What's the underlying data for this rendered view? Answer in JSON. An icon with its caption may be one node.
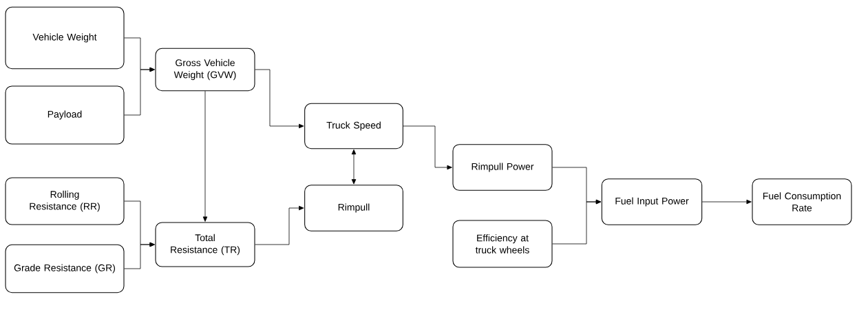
{
  "diagram": {
    "nodes": [
      {
        "text": [
          "Vehicle Weight"
        ]
      },
      {
        "text": [
          "Payload"
        ]
      },
      {
        "text": [
          "Rolling Resistance (RR)"
        ]
      },
      {
        "text": [
          "Grade Resistance (GR)"
        ]
      },
      {
        "text": [
          "Gross Vehicle Weight (GVW)"
        ]
      },
      {
        "text": [
          "Total Resistance (TR)"
        ]
      },
      {
        "text": [
          "Truck Speed"
        ]
      },
      {
        "text": [
          "Rimpull"
        ]
      },
      {
        "text": [
          "Rimpull Power"
        ]
      },
      {
        "text": [
          "Efficiency at truck wheels"
        ]
      },
      {
        "text": [
          "Fuel Input Power"
        ]
      },
      {
        "text": [
          "Fuel Consumption Rate"
        ]
      }
    ],
    "edges": [
      {
        "from": 0,
        "to": 4,
        "arrow": "to"
      },
      {
        "from": 1,
        "to": 4,
        "arrow": "to"
      },
      {
        "from": 4,
        "to": 5,
        "arrow": "to"
      },
      {
        "from": 2,
        "to": 5,
        "arrow": "to"
      },
      {
        "from": 3,
        "to": 5,
        "arrow": "to"
      },
      {
        "from": 4,
        "to": 6,
        "arrow": "to"
      },
      {
        "from": 5,
        "to": 7,
        "arrow": "to"
      },
      {
        "from": 6,
        "to": 7,
        "arrow": "both"
      },
      {
        "from": 6,
        "to": 8,
        "arrow": "to"
      },
      {
        "from": 8,
        "to": 10,
        "arrow": "to"
      },
      {
        "from": 9,
        "to": 10,
        "arrow": "to"
      },
      {
        "from": 10,
        "to": 11,
        "arrow": "to"
      }
    ]
  }
}
